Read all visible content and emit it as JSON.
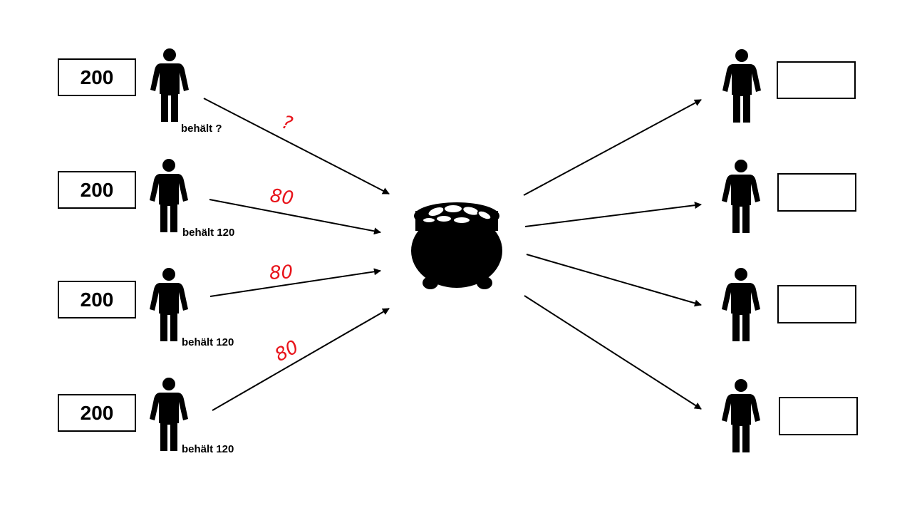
{
  "colors": {
    "ink": "#000000",
    "contribution": "#e8141b",
    "background": "#ffffff"
  },
  "contributors": [
    {
      "amount": "200",
      "keeps": "behält ?",
      "contribution": "?"
    },
    {
      "amount": "200",
      "keeps": "behält 120",
      "contribution": "80"
    },
    {
      "amount": "200",
      "keeps": "behält 120",
      "contribution": "80"
    },
    {
      "amount": "200",
      "keeps": "behält 120",
      "contribution": "80"
    }
  ],
  "recipients": [
    {
      "amount": ""
    },
    {
      "amount": ""
    },
    {
      "amount": ""
    },
    {
      "amount": ""
    }
  ],
  "icons": {
    "person": "person-icon",
    "pot": "money-pot-icon"
  }
}
